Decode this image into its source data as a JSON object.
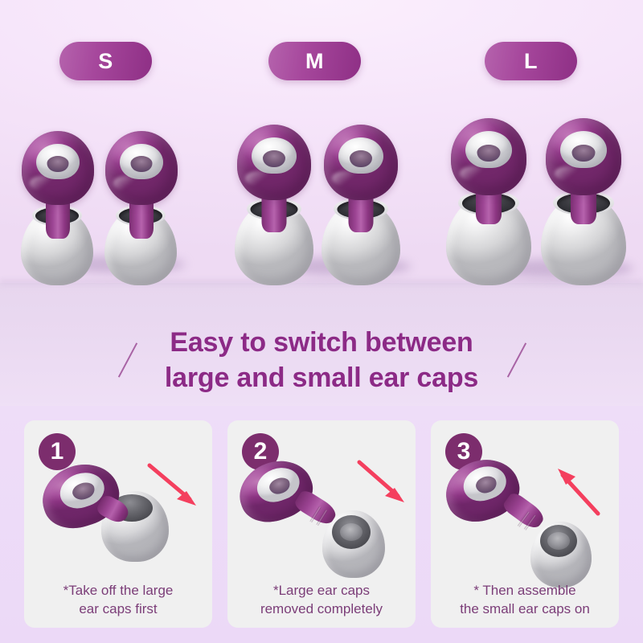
{
  "palette": {
    "brand_purple": "#8c2a86",
    "badge_purple": "#7c2d6d",
    "caption_purple": "#7b3d78",
    "arrow_red": "#f43f5e",
    "bg_top": "#f6e5fa",
    "bg_bottom": "#eeddf8",
    "card_bg": "#f0f0f0",
    "product_purple": "#8c3483",
    "cap_grey": "#d6d6d8"
  },
  "size_badges": [
    {
      "label": "S",
      "name": "size-badge-small"
    },
    {
      "label": "M",
      "name": "size-badge-medium"
    },
    {
      "label": "L",
      "name": "size-badge-large"
    }
  ],
  "product_groups": [
    {
      "size": "S",
      "count": 2
    },
    {
      "size": "M",
      "count": 2
    },
    {
      "size": "L",
      "count": 2
    }
  ],
  "headline": {
    "line1": "Easy to switch between",
    "line2": "large and small ear caps"
  },
  "steps": [
    {
      "number": "1",
      "caption_line1": "*Take off the large",
      "caption_line2": "ear caps first",
      "arrow": "down-right-arrow-icon"
    },
    {
      "number": "2",
      "caption_line1": "*Large ear caps",
      "caption_line2": "removed completely",
      "arrow": "down-right-arrow-icon"
    },
    {
      "number": "3",
      "caption_line1": "* Then assemble",
      "caption_line2": "the small ear caps on",
      "arrow": "up-left-arrow-icon"
    }
  ]
}
